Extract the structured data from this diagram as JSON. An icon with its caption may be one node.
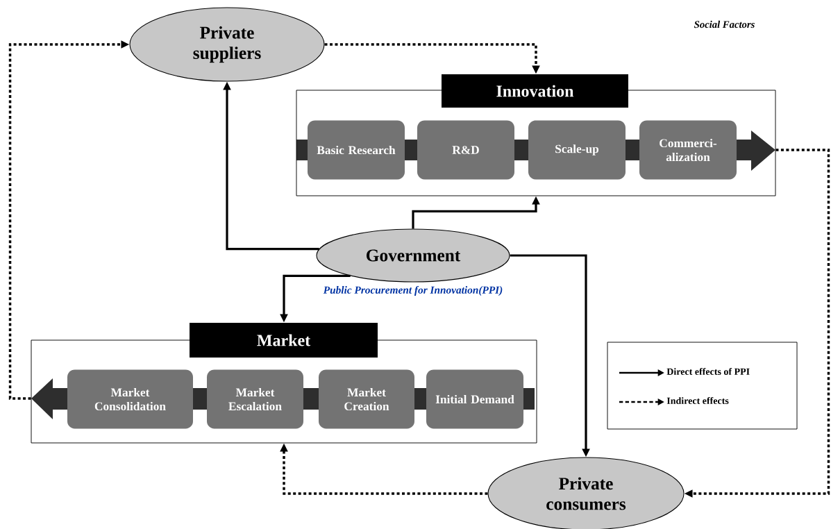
{
  "diagram": {
    "nodes": [
      {
        "text": [
          "Private suppliers"
        ]
      },
      {
        "text": [
          "Innovation"
        ]
      },
      {
        "text": [
          "Basic Research"
        ],
        "in": 1
      },
      {
        "text": [
          "R&D"
        ],
        "in": 1
      },
      {
        "text": [
          "Scale-up"
        ],
        "in": 1
      },
      {
        "text": [
          "Commerci- alization"
        ],
        "in": 1
      },
      {
        "text": [
          "Government"
        ],
        "beside": [
          "Public Procurement for Innovation(PPI)"
        ]
      },
      {
        "text": [
          "Market"
        ]
      },
      {
        "text": [
          "Market Consolidation"
        ],
        "in": 7
      },
      {
        "text": [
          "Market Escalation"
        ],
        "in": 7
      },
      {
        "text": [
          "Market Creation"
        ],
        "in": 7
      },
      {
        "text": [
          "Initial Demand"
        ],
        "in": 7
      },
      {
        "text": [
          "Private consumers"
        ]
      }
    ],
    "edges": [
      {
        "from": 6,
        "to": 0,
        "arrow": "to"
      },
      {
        "from": 6,
        "to": 1,
        "arrow": "to"
      },
      {
        "from": 6,
        "to": 7,
        "arrow": "to"
      },
      {
        "from": 6,
        "to": 12,
        "arrow": "to"
      },
      {
        "from": 0,
        "to": 1,
        "arrow": "to",
        "style": "dashed"
      },
      {
        "from": 1,
        "to": 12,
        "arrow": "to",
        "style": "dashed"
      },
      {
        "from": 12,
        "to": 7,
        "arrow": "to",
        "style": "dashed"
      },
      {
        "from": 7,
        "to": 0,
        "arrow": "to",
        "style": "dashed"
      }
    ],
    "labels": [
      "Social Factors"
    ],
    "legend": [
      {
        "text": "Direct effects of PPI"
      },
      {
        "text": "Indirect effects"
      }
    ]
  }
}
